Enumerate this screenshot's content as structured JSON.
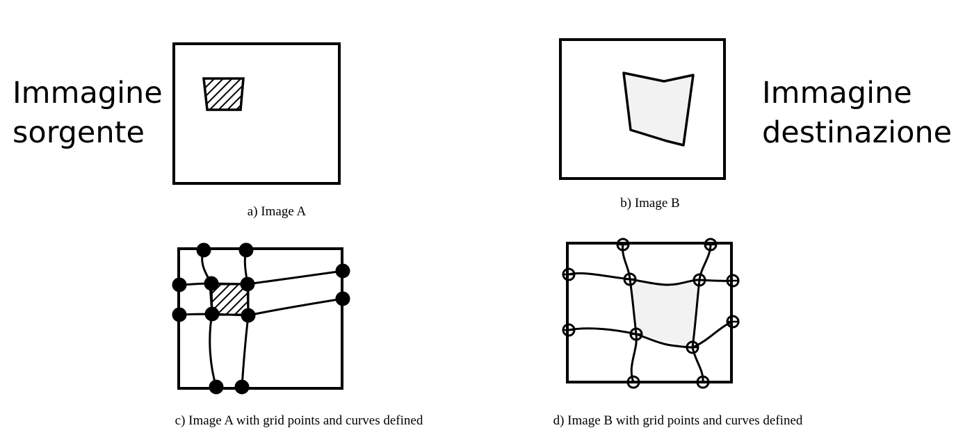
{
  "labels": {
    "source_line1": "Immagine",
    "source_line2": "sorgente",
    "dest_line1": "Immagine",
    "dest_line2": "destinazione"
  },
  "captions": {
    "a": "a) Image A",
    "b": "b) Image B",
    "c": "c) Image A with grid points and curves defined",
    "d": "d) Image B with grid points and curves defined"
  },
  "colors": {
    "ink": "#000000",
    "warped_fill": "#f2f2f2",
    "background": "#ffffff"
  }
}
